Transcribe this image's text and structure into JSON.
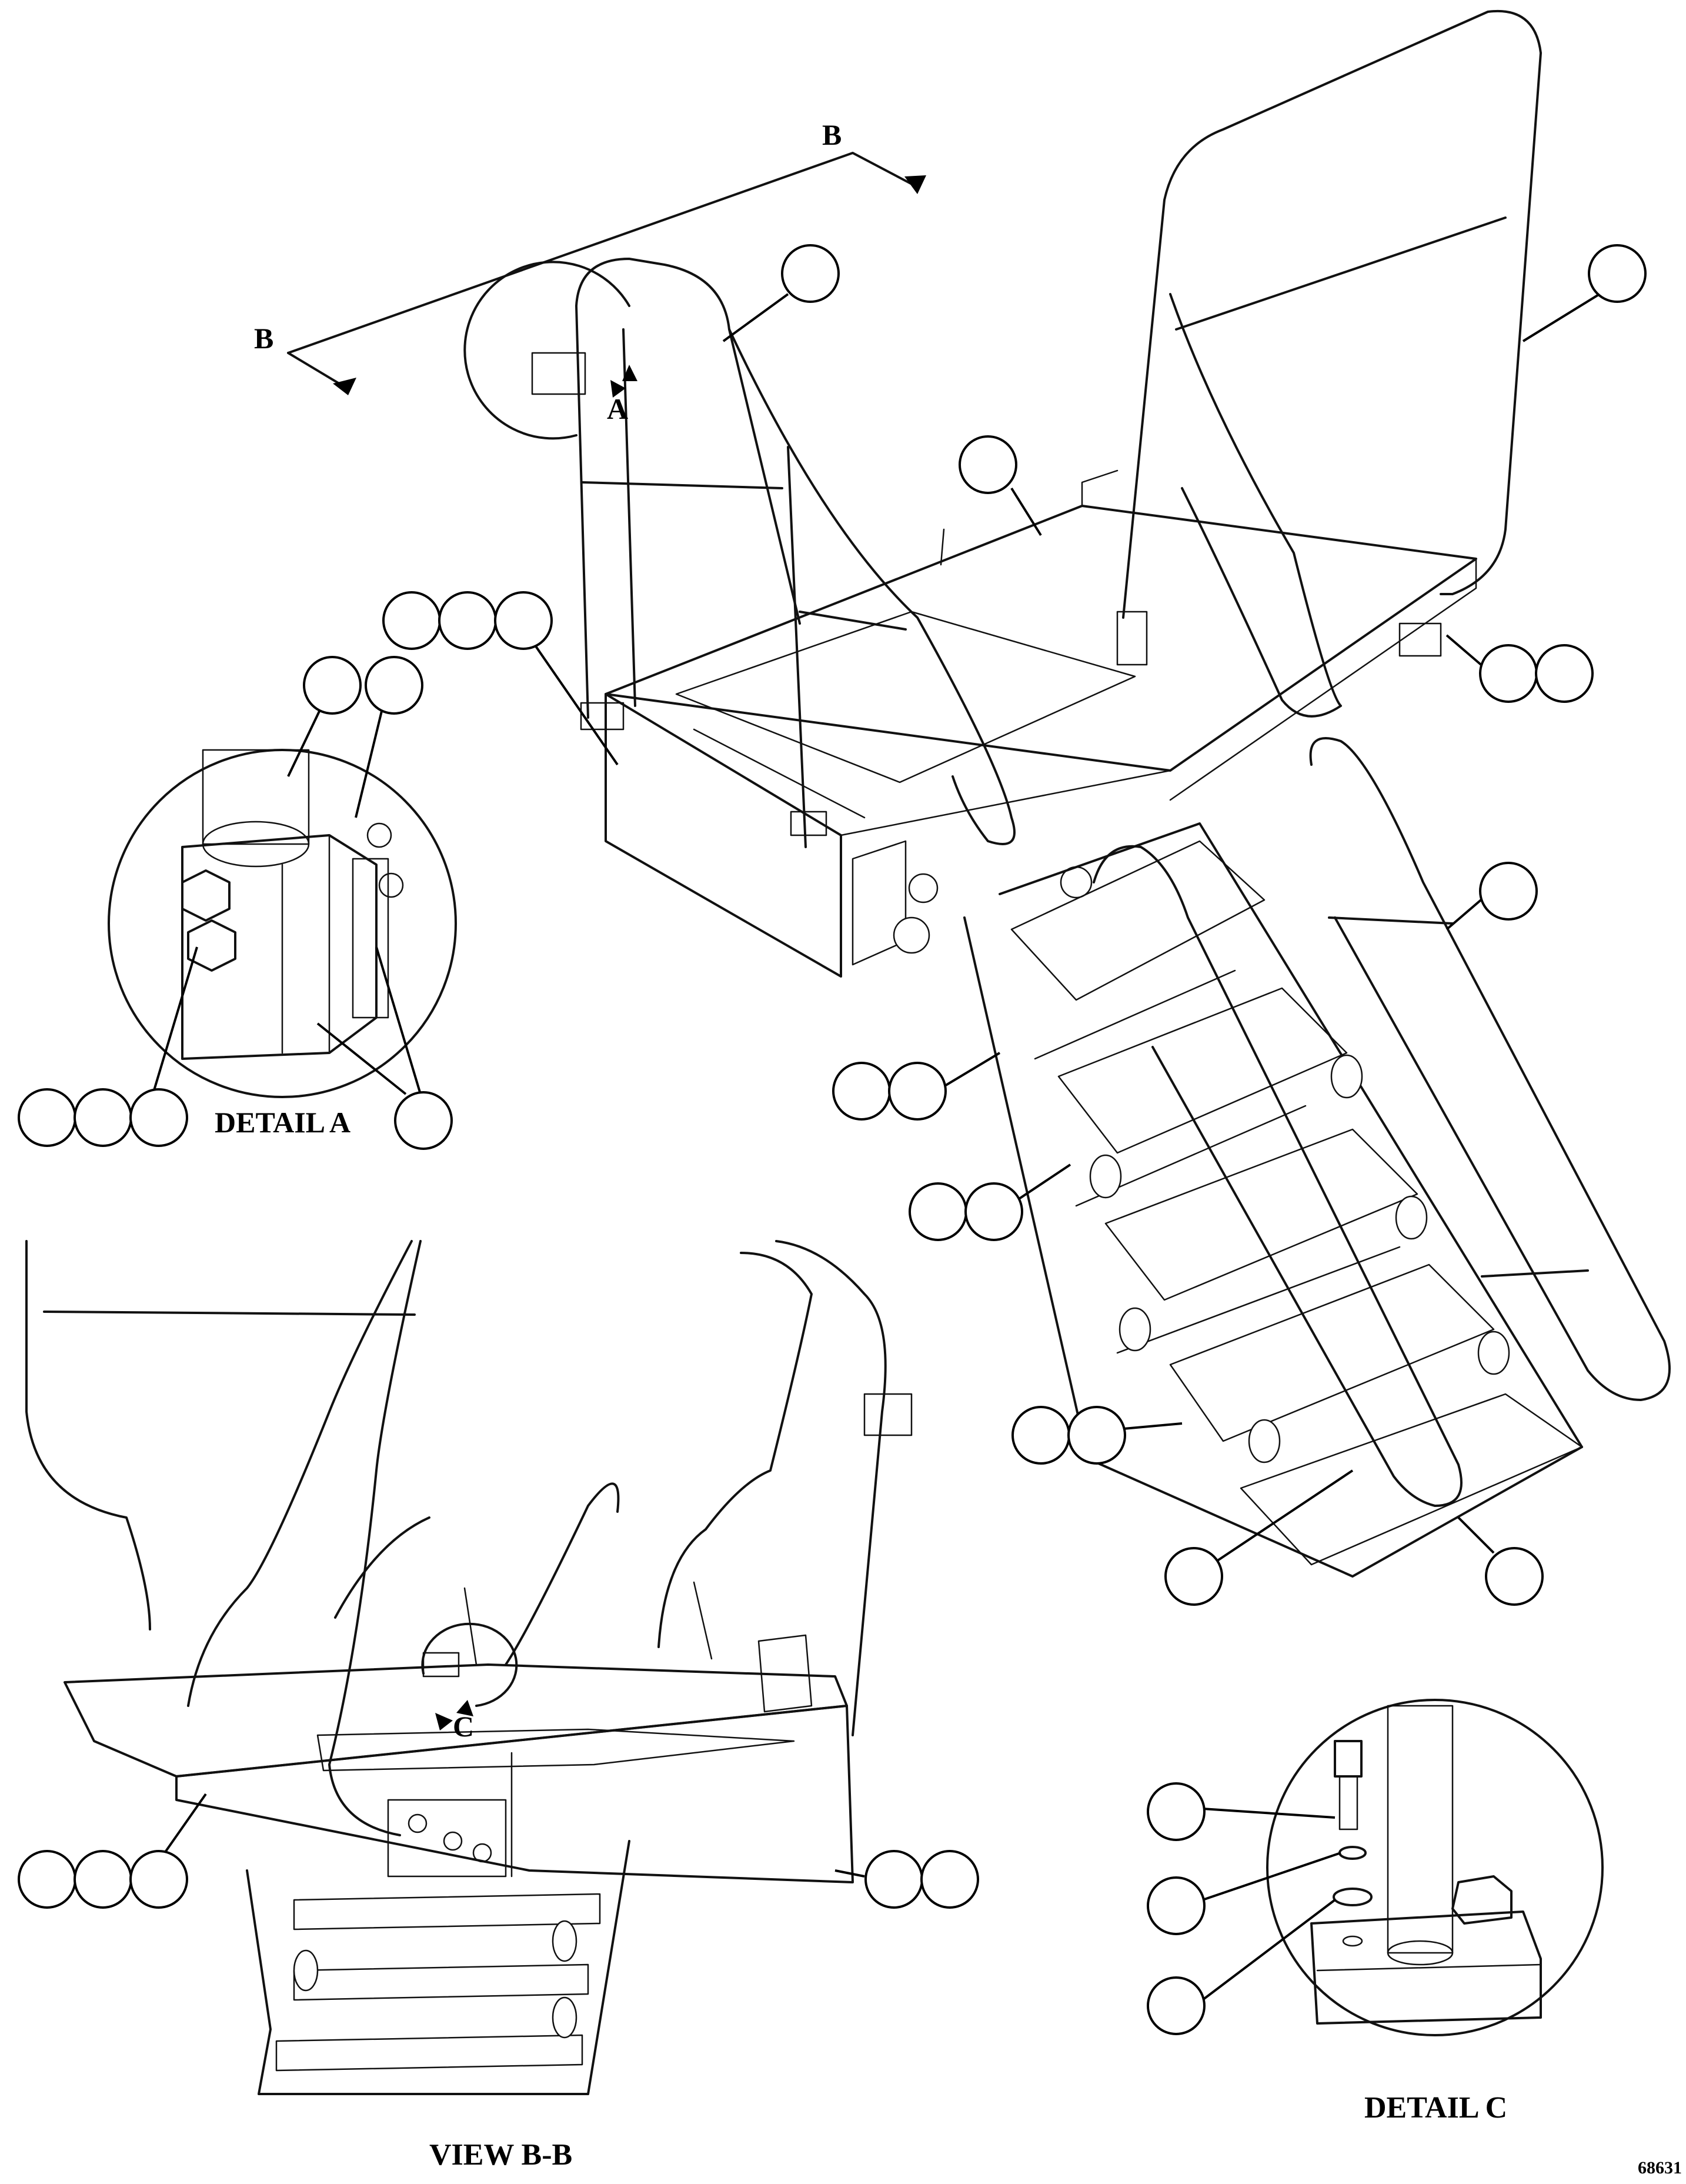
{
  "labels": {
    "section_b": "B",
    "detail_a_marker": "A",
    "detail_c_marker": "C",
    "detail_a_title": "DETAIL A",
    "detail_c_title": "DETAIL C",
    "view_bb_title": "VIEW B-B",
    "drawing_number": "68631"
  }
}
